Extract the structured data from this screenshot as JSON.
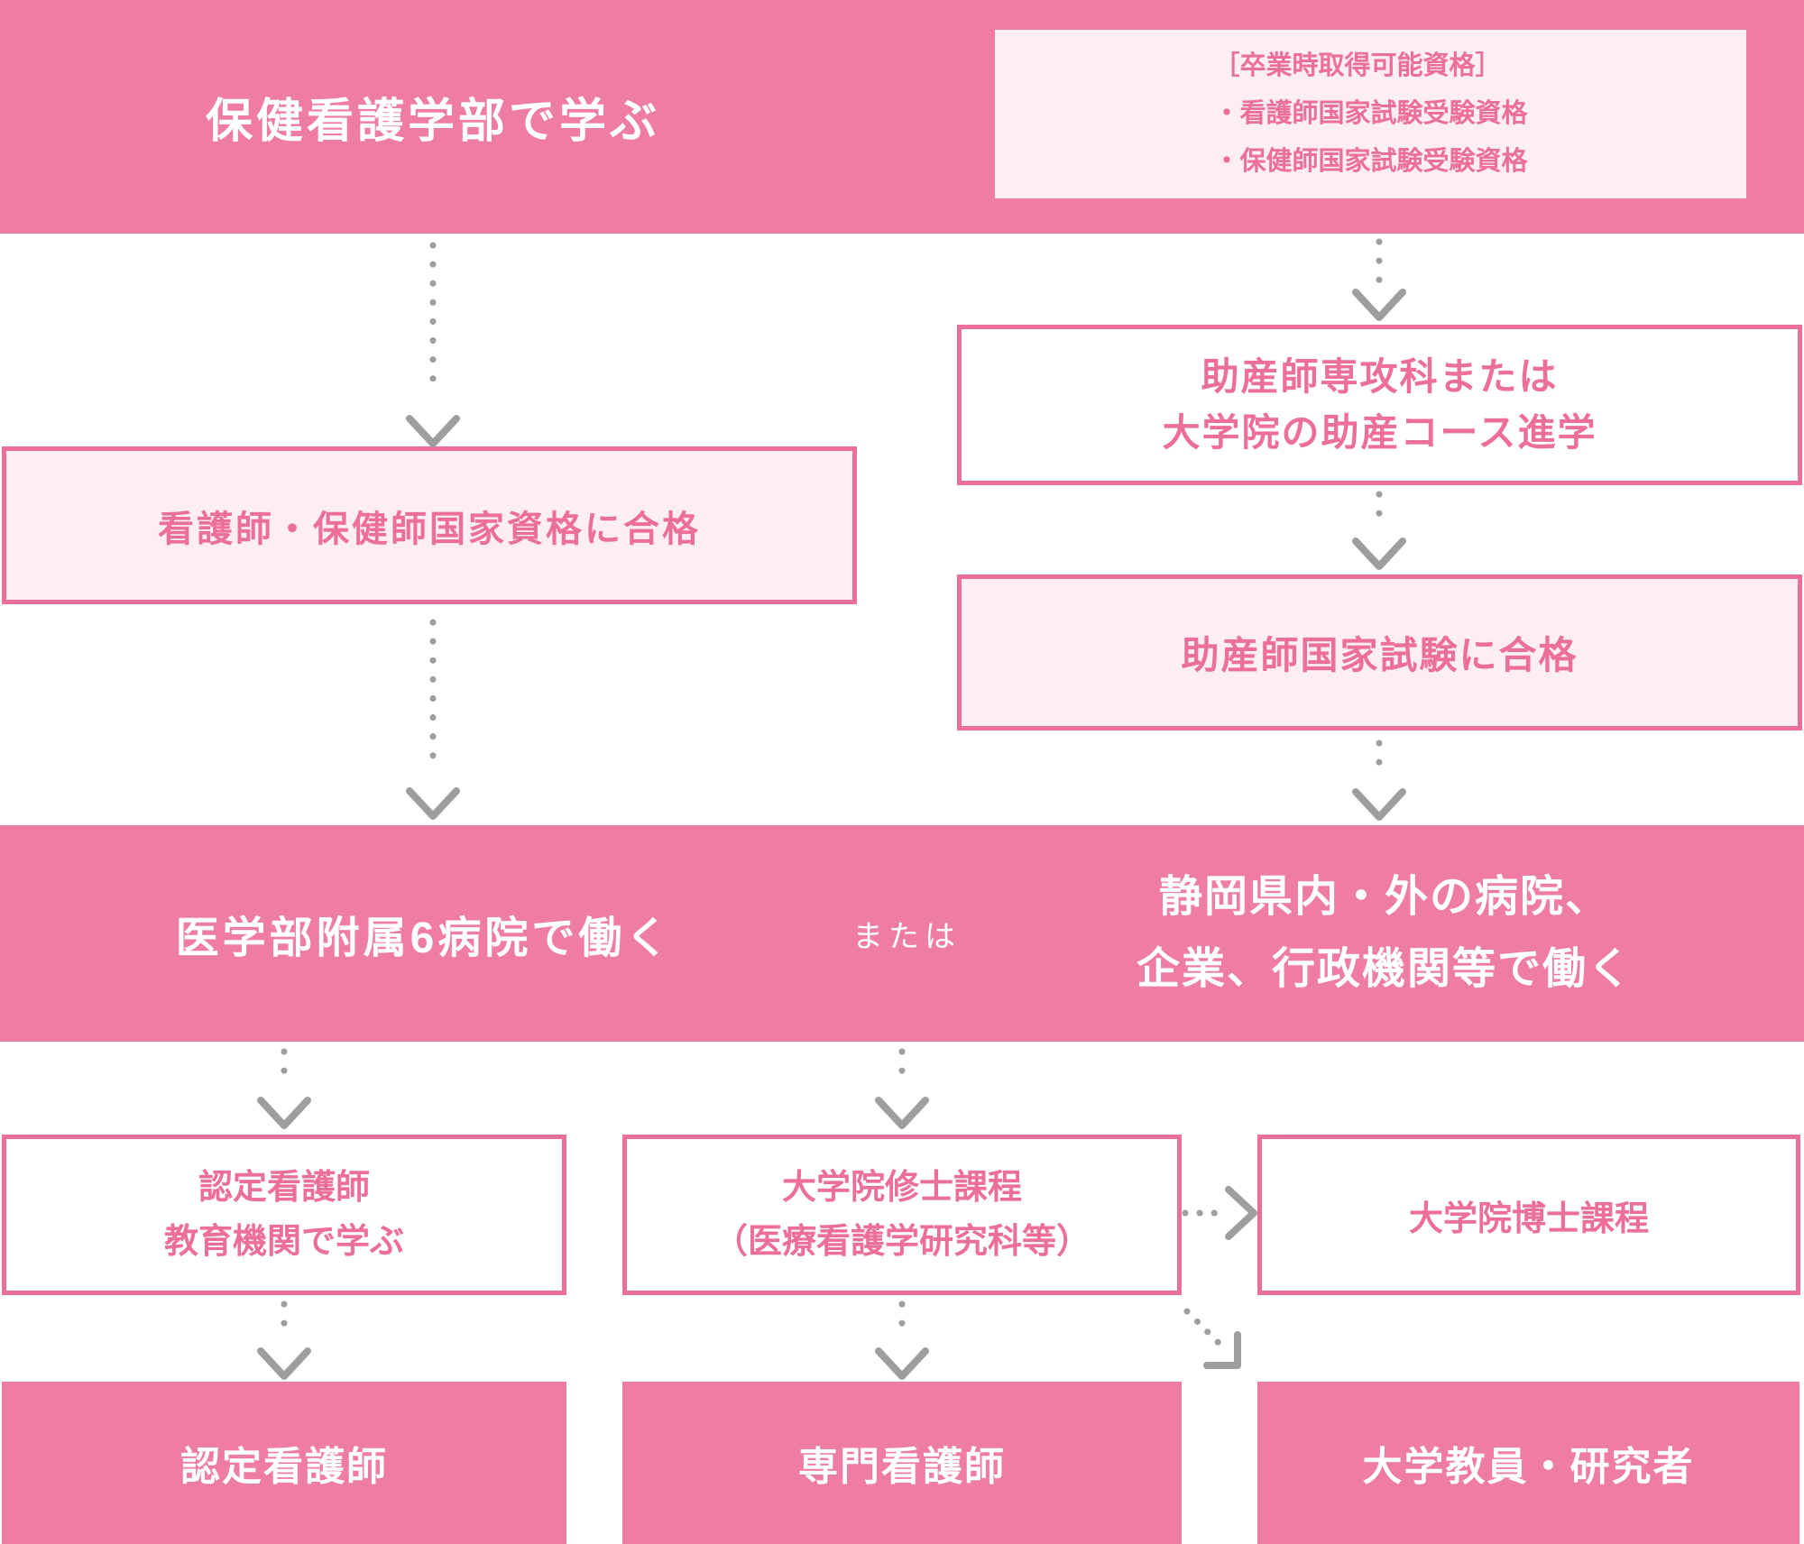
{
  "colors": {
    "pink": "#EE7CA4",
    "pink_border": "#EC6F9B",
    "pink_light": "#FCEEF4",
    "pink_text": "#EC6F9B",
    "arrow_gray": "#9E9E9E",
    "white": "#FFFFFF"
  },
  "top_band": {
    "title": "保健看護学部で学ぶ"
  },
  "qualifications_box": {
    "heading": "［卒業時取得可能資格］",
    "items": [
      "・看護師国家試験受験資格",
      "・保健師国家試験受験資格"
    ]
  },
  "left_path": {
    "pass_box": "看護師・保健師国家資格に合格"
  },
  "right_path": {
    "midwife_course_line1": "助産師専攻科または",
    "midwife_course_line2": "大学院の助産コース進学",
    "midwife_exam_box": "助産師国家試験に合格"
  },
  "work_band": {
    "left": "医学部附属6病院で働く",
    "or": "または",
    "right_line1": "静岡県内・外の病院、",
    "right_line2": "企業、行政機関等で働く"
  },
  "bottom": {
    "certified_school_line1": "認定看護師",
    "certified_school_line2": "教育機関で学ぶ",
    "masters_line1": "大学院修士課程",
    "masters_line2": "（医療看護学研究科等）",
    "doctoral": "大学院博士課程",
    "certified_nurse": "認定看護師",
    "specialist_nurse": "専門看護師",
    "faculty_researcher": "大学教員・研究者"
  }
}
